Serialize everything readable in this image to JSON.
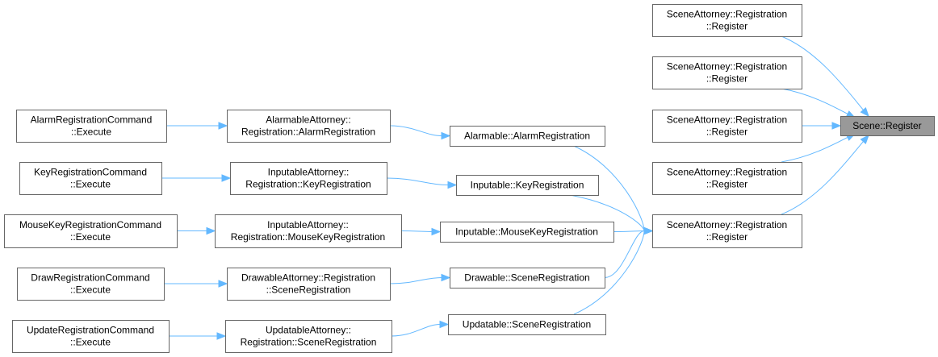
{
  "nodes": {
    "scene_register": {
      "lines": [
        "Scene::Register"
      ],
      "highlight": true
    },
    "sa_reg_1": {
      "lines": [
        "SceneAttorney::Registration",
        "::Register"
      ]
    },
    "sa_reg_2": {
      "lines": [
        "SceneAttorney::Registration",
        "::Register"
      ]
    },
    "sa_reg_3": {
      "lines": [
        "SceneAttorney::Registration",
        "::Register"
      ]
    },
    "sa_reg_4": {
      "lines": [
        "SceneAttorney::Registration",
        "::Register"
      ]
    },
    "sa_reg_5": {
      "lines": [
        "SceneAttorney::Registration",
        "::Register"
      ]
    },
    "alarmable_alarm_reg": {
      "lines": [
        "Alarmable::AlarmRegistration"
      ]
    },
    "inputable_key_reg": {
      "lines": [
        "Inputable::KeyRegistration"
      ]
    },
    "inputable_mousekey_reg": {
      "lines": [
        "Inputable::MouseKeyRegistration"
      ]
    },
    "drawable_scene_reg": {
      "lines": [
        "Drawable::SceneRegistration"
      ]
    },
    "updatable_scene_reg": {
      "lines": [
        "Updatable::SceneRegistration"
      ]
    },
    "alarmable_attorney": {
      "lines": [
        "AlarmableAttorney::",
        "Registration::AlarmRegistration"
      ]
    },
    "inputable_attorney_key": {
      "lines": [
        "InputableAttorney::",
        "Registration::KeyRegistration"
      ]
    },
    "inputable_attorney_mouse": {
      "lines": [
        "InputableAttorney::",
        "Registration::MouseKeyRegistration"
      ]
    },
    "drawable_attorney": {
      "lines": [
        "DrawableAttorney::Registration",
        "::SceneRegistration"
      ]
    },
    "updatable_attorney": {
      "lines": [
        "UpdatableAttorney::",
        "Registration::SceneRegistration"
      ]
    },
    "alarm_cmd": {
      "lines": [
        "AlarmRegistrationCommand",
        "::Execute"
      ]
    },
    "key_cmd": {
      "lines": [
        "KeyRegistrationCommand",
        "::Execute"
      ]
    },
    "mousekey_cmd": {
      "lines": [
        "MouseKeyRegistrationCommand",
        "::Execute"
      ]
    },
    "draw_cmd": {
      "lines": [
        "DrawRegistrationCommand",
        "::Execute"
      ]
    },
    "update_cmd": {
      "lines": [
        "UpdateRegistrationCommand",
        "::Execute"
      ]
    }
  },
  "edges": [
    {
      "from": "sa_reg_1",
      "to": "scene_register"
    },
    {
      "from": "sa_reg_2",
      "to": "scene_register"
    },
    {
      "from": "sa_reg_3",
      "to": "scene_register"
    },
    {
      "from": "sa_reg_4",
      "to": "scene_register"
    },
    {
      "from": "sa_reg_5",
      "to": "scene_register"
    },
    {
      "from": "alarmable_alarm_reg",
      "to": "sa_reg_5"
    },
    {
      "from": "inputable_key_reg",
      "to": "sa_reg_5"
    },
    {
      "from": "inputable_mousekey_reg",
      "to": "sa_reg_5"
    },
    {
      "from": "drawable_scene_reg",
      "to": "sa_reg_5"
    },
    {
      "from": "updatable_scene_reg",
      "to": "sa_reg_5"
    },
    {
      "from": "alarmable_attorney",
      "to": "alarmable_alarm_reg"
    },
    {
      "from": "inputable_attorney_key",
      "to": "inputable_key_reg"
    },
    {
      "from": "inputable_attorney_mouse",
      "to": "inputable_mousekey_reg"
    },
    {
      "from": "drawable_attorney",
      "to": "drawable_scene_reg"
    },
    {
      "from": "updatable_attorney",
      "to": "updatable_scene_reg"
    },
    {
      "from": "alarm_cmd",
      "to": "alarmable_attorney"
    },
    {
      "from": "key_cmd",
      "to": "inputable_attorney_key"
    },
    {
      "from": "mousekey_cmd",
      "to": "inputable_attorney_mouse"
    },
    {
      "from": "draw_cmd",
      "to": "drawable_attorney"
    },
    {
      "from": "update_cmd",
      "to": "updatable_attorney"
    }
  ],
  "colors": {
    "edge": "#63b8ff",
    "node_border": "#666666",
    "highlight_fill": "#999999"
  }
}
